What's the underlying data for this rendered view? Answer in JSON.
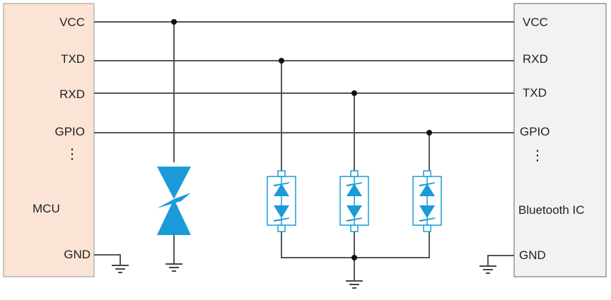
{
  "mcu": {
    "name": "MCU",
    "pins": [
      "VCC",
      "TXD",
      "RXD",
      "GPIO"
    ],
    "ellipsis": "⋮",
    "gnd": "GND"
  },
  "bluetooth": {
    "name": "Bluetooth IC",
    "pins": [
      "VCC",
      "RXD",
      "TXD",
      "GPIO"
    ],
    "ellipsis": "⋮",
    "gnd": "GND"
  },
  "colors": {
    "mcu_fill": "#fbe4d5",
    "bt_fill": "#f2f2f2",
    "wire": "#555555",
    "diode": "#1a9bd7"
  }
}
